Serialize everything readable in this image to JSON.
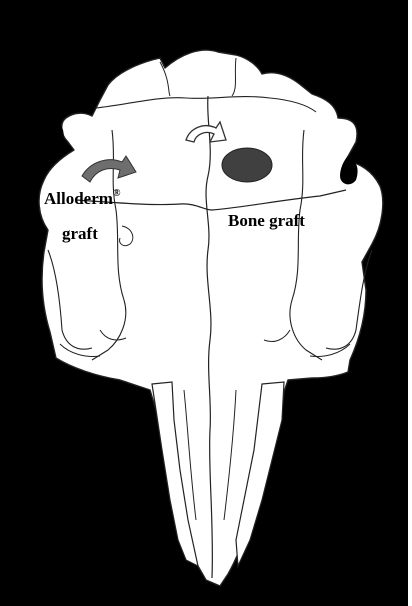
{
  "labels": {
    "alloderm": "Alloderm",
    "alloderm_mark": "®",
    "alloderm_second_line": "graft",
    "bone_graft": "Bone graft"
  },
  "colors": {
    "background": "#000000",
    "skull": "#ffffff",
    "outline": "#1a1a1a",
    "graft_disc": "#404040",
    "arrow_fill": "#6e6e6e"
  },
  "icons": {
    "left_arrow": "curved-arrow-icon",
    "center_arrow": "curved-arrow-icon"
  }
}
